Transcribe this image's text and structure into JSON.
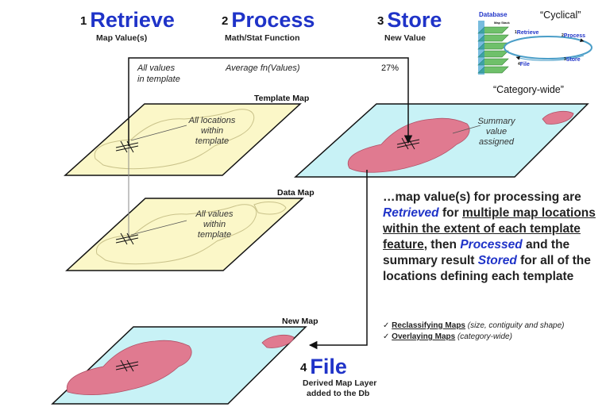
{
  "steps": [
    {
      "num": "1",
      "title": "Retrieve",
      "subtitle": "Map Value(s)"
    },
    {
      "num": "2",
      "title": "Process",
      "subtitle": "Math/Stat Function"
    },
    {
      "num": "3",
      "title": "Store",
      "subtitle": "New Value"
    },
    {
      "num": "4",
      "title": "File",
      "subtitle_line1": "Derived Map Layer",
      "subtitle_line2": "added to the Db"
    }
  ],
  "flow": {
    "retrieve_note_line1": "All values",
    "retrieve_note_line2": "in template",
    "process_note": "Average fn(Values)",
    "store_value": "27%"
  },
  "maps": {
    "template": {
      "label": "Template Map",
      "note_line1": "All locations",
      "note_line2": "within",
      "note_line3": "template"
    },
    "data": {
      "label": "Data Map",
      "note_line1": "All values",
      "note_line2": "within",
      "note_line3": "template"
    },
    "summary": {
      "note_line1": "Summary",
      "note_line2": "value",
      "note_line3": "assigned"
    },
    "new": {
      "label": "New Map"
    }
  },
  "cycle_inset": {
    "database": "Database",
    "map_stack": "Map Stack",
    "retrieve": "Retrieve",
    "process": "Process",
    "file": "File",
    "store": "Store",
    "num1": "1",
    "num2": "2",
    "num3": "3",
    "num4": "4",
    "cyclical": "“Cyclical”",
    "category_wide": "“Category-wide”"
  },
  "description": {
    "p1": "…map value(s) for processing are ",
    "retrieved": "Retrieved",
    "p2": " for ",
    "underline": "multiple map locations within the extent of each template feature",
    "p3": ", then ",
    "processed": "Processed",
    "p4": " and the summary result ",
    "stored": "Stored",
    "p5": " for all of the locations defining each template"
  },
  "bullets": [
    {
      "check": "✓",
      "bold": "Reclassifying Maps",
      "rest": " (size, contiguity and shape)"
    },
    {
      "check": "✓",
      "bold": "Overlaying Maps",
      "rest": " (category-wide)"
    }
  ],
  "colors": {
    "title_blue": "#1f33c8",
    "yellow_map": "#fbf7c8",
    "cyan_map": "#c8f2f6",
    "pink_region": "#e07a90"
  }
}
